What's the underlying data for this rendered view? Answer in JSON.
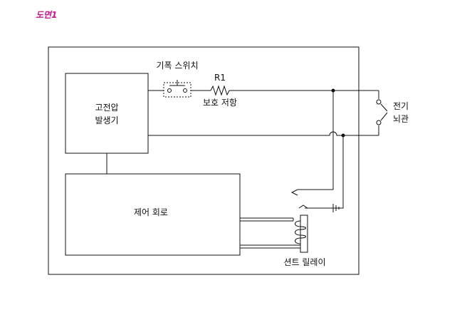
{
  "figure_label": "도면1",
  "accent_color": "#cc1a8c",
  "blocks": {
    "hv_generator_line1": "고전압",
    "hv_generator_line2": "발생기",
    "control_circuit": "제어 회로"
  },
  "labels": {
    "air_switch": "기폭 스위치",
    "resistor_name": "R1",
    "protect_resistor": "보호 저항",
    "detonator_line1": "전기",
    "detonator_line2": "뇌관",
    "shunt_relay": "션트 릴레이"
  }
}
